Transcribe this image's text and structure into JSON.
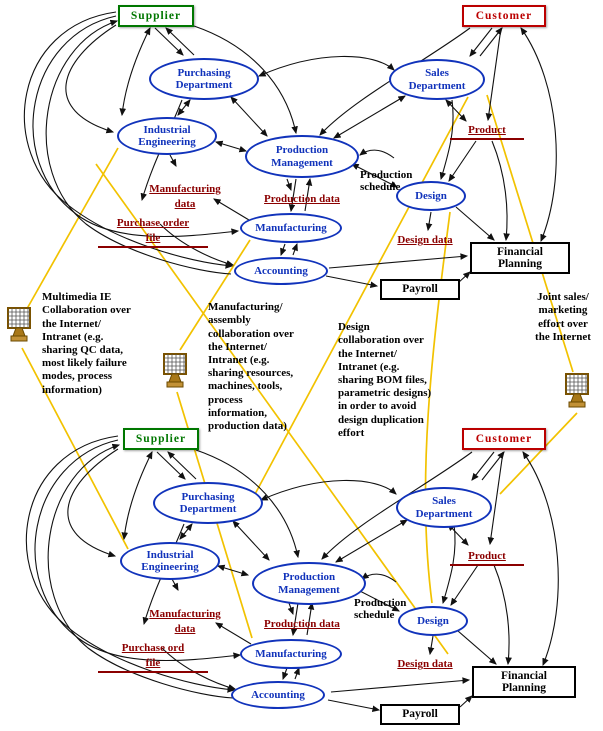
{
  "labels": {
    "supplier": "Supplier",
    "customer": "Customer",
    "purchasing": "Purchasing\nDepartment",
    "sales": "Sales\nDepartment",
    "industrial": "Industrial\nEngineering",
    "production_mgmt": "Production\nManagement",
    "design": "Design",
    "manufacturing": "Manufacturing",
    "accounting": "Accounting",
    "product": "Product",
    "manufacturing_data": "Manufacturing\ndata",
    "production_data": "Production data",
    "design_data": "Design data",
    "financial_planning": "Financial\nPlanning",
    "payroll": "Payroll",
    "production_schedule": "Production\nschedule"
  },
  "top": {
    "purchase_file": "Purchase order\nfile"
  },
  "bottom": {
    "purchase_file": "Purchase ord\nfile"
  },
  "annotations": {
    "ie": "Multimedia IE\nCollaboration over\nthe Internet/\nIntranet (e.g.\nsharing QC data,\nmost likely failure\nmodes, process\ninformation)",
    "manufacturing": "Manufacturing/\nassembly\ncollaboration over\nthe Internet/\nIntranet (e.g.\nsharing resources,\nmachines, tools,\nprocess\ninformation,\nproduction data)",
    "design": "Design\ncollaboration over\nthe Internet/\nIntranet (e.g.\nsharing BOM files,\nparametric designs)\nin order to avoid\ndesign duplication\neffort",
    "sales": "Joint sales/\nmarketing\neffort over\nthe Internet"
  },
  "colors": {
    "supplier": "#007700",
    "customer": "#bb0000",
    "department": "#1133bb",
    "data_store": "#8b0000",
    "collaboration_line": "#f2c200"
  }
}
